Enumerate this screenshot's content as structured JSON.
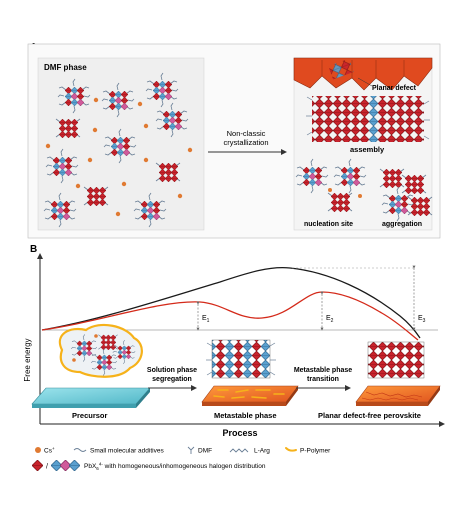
{
  "panel_a": {
    "label": "A",
    "dmf_phase": "DMF phase",
    "arrow_label_line1": "Non-classic",
    "arrow_label_line2": "crystallization",
    "planar_defect": "Planar defect",
    "assembly": "assembly",
    "nucleation_site": "nucleation site",
    "aggregation": "aggregation"
  },
  "panel_b": {
    "label": "B",
    "y_axis_label": "Free energy",
    "x_axis_label": "Process",
    "e1": "E",
    "e1_sub": "1",
    "e2": "E",
    "e2_sub": "2",
    "e3": "E",
    "e3_sub": "3",
    "stages": {
      "precursor": "Precursor",
      "solution_step_line1": "Solution phase",
      "solution_step_line2": "segregation",
      "metastable": "Metastable phase",
      "transition_line1": "Metastable phase",
      "transition_line2": "transition",
      "final": "Planar defect-free perovskite"
    },
    "colors": {
      "black_curve": "#1a1a1a",
      "red_curve": "#d42a1a",
      "octahedron_red": "#c8232c",
      "octahedron_blue": "#5aa0cf",
      "octahedron_pink": "#d05a9a",
      "substrate_cyan": "#7fd1dc",
      "film_orange": "#f08a2a",
      "polymer_yellow": "#f6b21a",
      "cs_orange": "#e07a32"
    }
  },
  "legend": {
    "cs": "Cs",
    "cs_sup": "+",
    "small_additives": "Small molecular additives",
    "dmf": "DMF",
    "larg": "L-Arg",
    "ppolymer": "P-Polymer",
    "pbx_text_pre": "PbX",
    "pbx_sub": "6",
    "pbx_sup": "4-",
    "pbx_text_post": " with homogeneous/inhomogeneous halogen distribution",
    "slash": "/"
  }
}
